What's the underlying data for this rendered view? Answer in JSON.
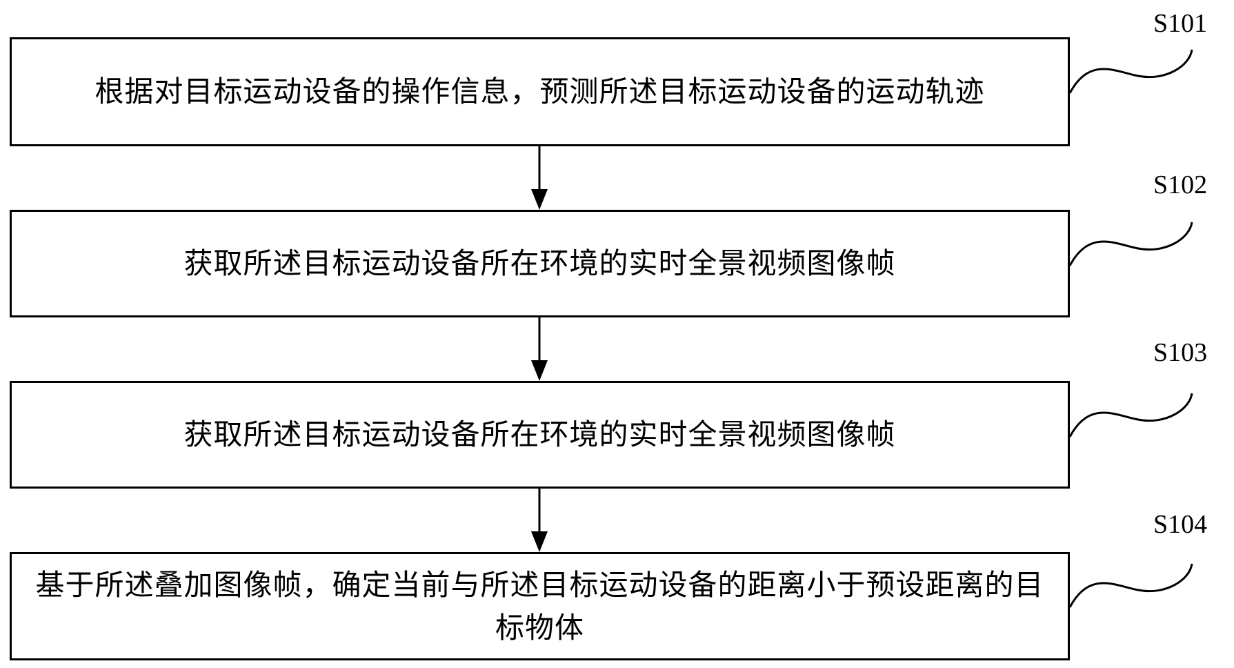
{
  "steps": [
    {
      "id": "S101",
      "text": "根据对目标运动设备的操作信息，预测所述目标运动设备的运动轨迹"
    },
    {
      "id": "S102",
      "text": "获取所述目标运动设备所在环境的实时全景视频图像帧"
    },
    {
      "id": "S103",
      "text": "获取所述目标运动设备所在环境的实时全景视频图像帧"
    },
    {
      "id": "S104",
      "text": "基于所述叠加图像帧，确定当前与所述目标运动设备的距离小于预设距离的目标物体"
    }
  ]
}
